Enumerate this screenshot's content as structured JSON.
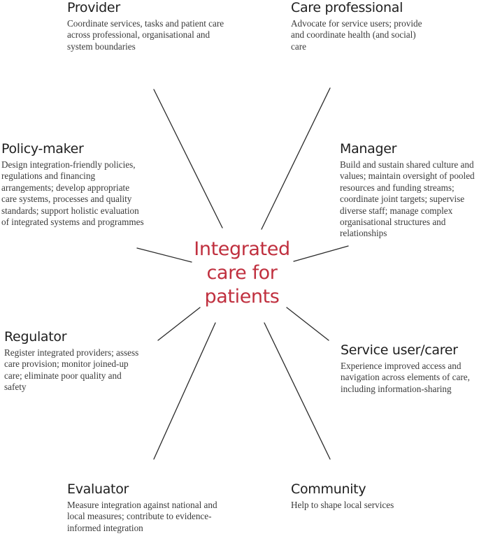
{
  "center": {
    "lines": [
      "Integrated",
      "care for",
      "patients"
    ],
    "color": "#c0303f"
  },
  "roles": [
    {
      "title": "Provider",
      "description": "Coordinate services, tasks and patient care across professional, organisational and system boundaries"
    },
    {
      "title": "Care professional",
      "description": "Advocate for service users; provide and coordinate health (and social) care"
    },
    {
      "title": "Policy-maker",
      "description": "Design integration-friendly policies, regulations and financing arrangements; develop appropriate care systems, processes and quality standards; support holistic evaluation of integrated systems and programmes"
    },
    {
      "title": "Manager",
      "description": "Build and sustain shared culture and values; maintain oversight of pooled resources and funding streams; coordinate joint targets; supervise diverse staff; manage complex organisational structures and relationships"
    },
    {
      "title": "Regulator",
      "description": "Register integrated providers; assess care provision; monitor joined-up care; eliminate poor quality and safety"
    },
    {
      "title": "Service user/carer",
      "description": "Experience improved access and navigation across elements of care, including information-sharing"
    },
    {
      "title": "Evaluator",
      "description": "Measure integration against national and local measures; contribute to evidence-informed integration"
    },
    {
      "title": "Community",
      "description": "Help to shape local services"
    }
  ]
}
